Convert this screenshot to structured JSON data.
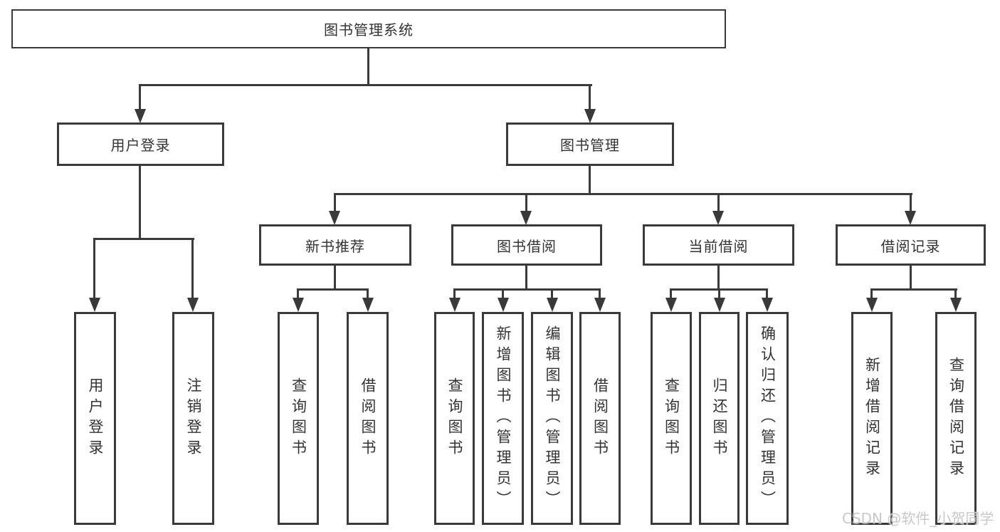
{
  "page": {
    "background": "#ffffff"
  },
  "colors": {
    "line": "#3a3a3a",
    "box_border": "#3a3a3a",
    "box_fill": "#ffffff",
    "text": "#333333",
    "watermark": "#c8c8c8"
  },
  "watermark": {
    "text": "CSDN @软件_小贺同学"
  },
  "tree": {
    "label": "图书管理系统",
    "children": [
      {
        "label": "用户登录",
        "children": [
          {
            "label": "用户登录"
          },
          {
            "label": "注销登录"
          }
        ]
      },
      {
        "label": "图书管理",
        "children": [
          {
            "label": "新书推荐",
            "children": [
              {
                "label": "查询图书"
              },
              {
                "label": "借阅图书"
              }
            ]
          },
          {
            "label": "图书借阅",
            "children": [
              {
                "label": "查询图书"
              },
              {
                "label": "新增图书（管理员）"
              },
              {
                "label": "编辑图书（管理员）"
              },
              {
                "label": "借阅图书"
              }
            ]
          },
          {
            "label": "当前借阅",
            "children": [
              {
                "label": "查询图书"
              },
              {
                "label": "归还图书"
              },
              {
                "label": "确认归还（管理员）"
              }
            ]
          },
          {
            "label": "借阅记录",
            "children": [
              {
                "label": "新增借阅记录"
              },
              {
                "label": "查询借阅记录"
              }
            ]
          }
        ]
      }
    ]
  }
}
